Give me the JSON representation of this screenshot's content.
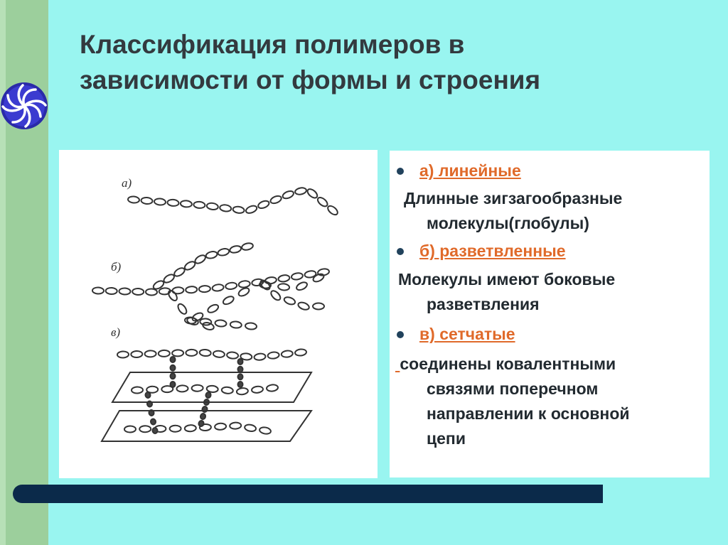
{
  "title_line1": "Классификация полимеров в",
  "title_line2": "зависимости от формы и строения",
  "diagram_labels": {
    "a": "а)",
    "b": "б)",
    "v": "в)"
  },
  "items": [
    {
      "label": "а) линейные",
      "description_lines": [
        "Длинные зигзагообразные",
        "молекулы(глобулы)"
      ]
    },
    {
      "label": "б) разветвленные",
      "description_lines": [
        "Молекулы имеют боковые",
        "разветвления"
      ]
    },
    {
      "label": "в) сетчатые",
      "description_lines": [
        "соединены ковалентными",
        "связями поперечном",
        "направлении к основной",
        "цепи"
      ]
    }
  ],
  "colors": {
    "background": "#99f5f0",
    "accent": "#e06a2a",
    "text": "#222a30",
    "bar": "#0b2a4a",
    "strip": "#9ccf9c"
  }
}
